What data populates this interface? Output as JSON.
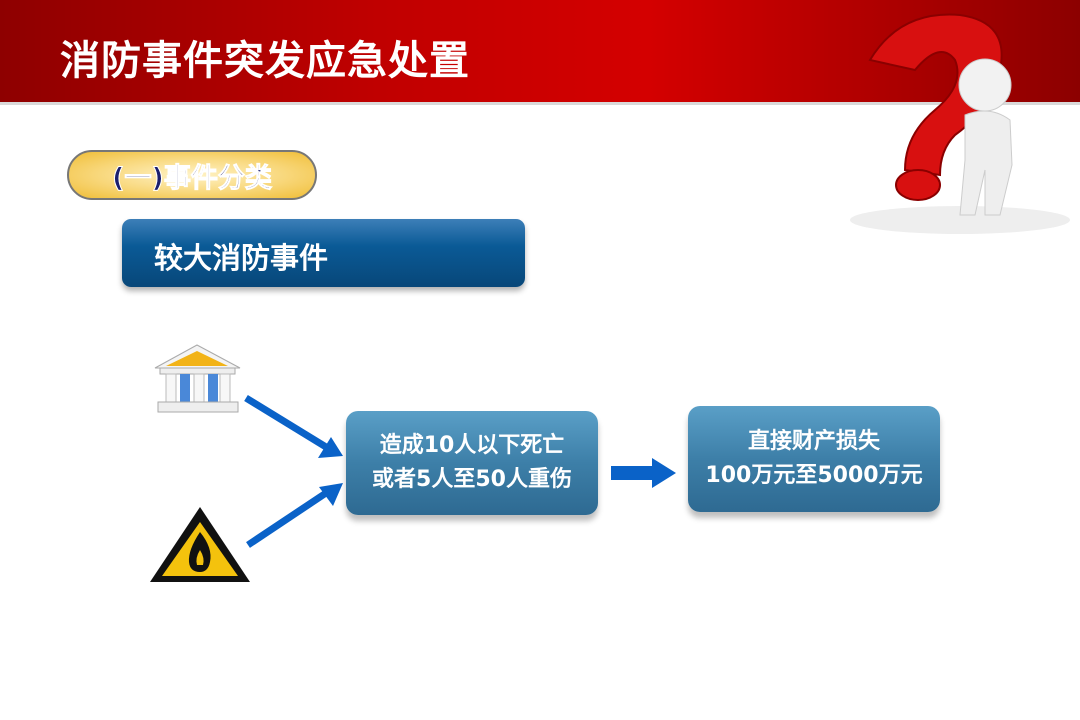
{
  "header": {
    "title": "消防事件突发应急处置"
  },
  "section": {
    "label": "(一)事件分类"
  },
  "category": {
    "label": "较大消防事件"
  },
  "flow": {
    "casualties": {
      "line1": "造成10人以下死亡",
      "line2": "或者5人至50人重伤"
    },
    "loss": {
      "line1": "直接财产损失",
      "line2": "100万元至5000万元"
    }
  },
  "icons": {
    "building": "bank-building-icon",
    "hazard": "fire-hazard-icon",
    "figure": "thinking-person-question-mark-icon"
  },
  "colors": {
    "header": "#c00000",
    "arrow": "#0a62c8",
    "box": "#3d7fa8",
    "banner": "#0a5a96"
  }
}
